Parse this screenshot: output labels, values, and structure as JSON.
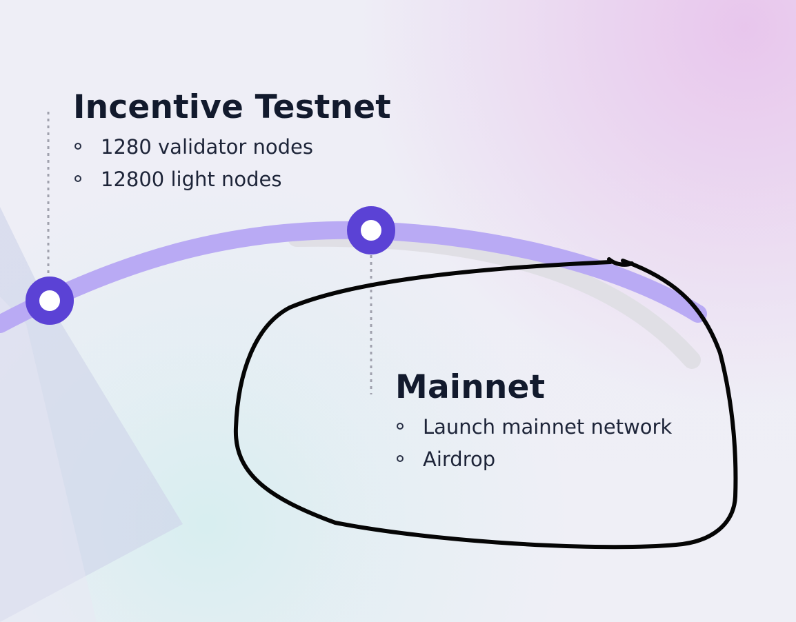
{
  "timeline": {
    "milestones": [
      {
        "title": "Incentive Testnet",
        "items": [
          "1280 validator nodes",
          "12800 light nodes"
        ]
      },
      {
        "title": "Mainnet",
        "items": [
          "Launch mainnet network",
          "Airdrop"
        ]
      }
    ]
  },
  "colors": {
    "track": "#b9aaf4",
    "track_shadow": "#e0dfe5",
    "node": "#5b42d5",
    "title": "#121a2d",
    "text": "#1d2438",
    "annotation": "#050505"
  }
}
